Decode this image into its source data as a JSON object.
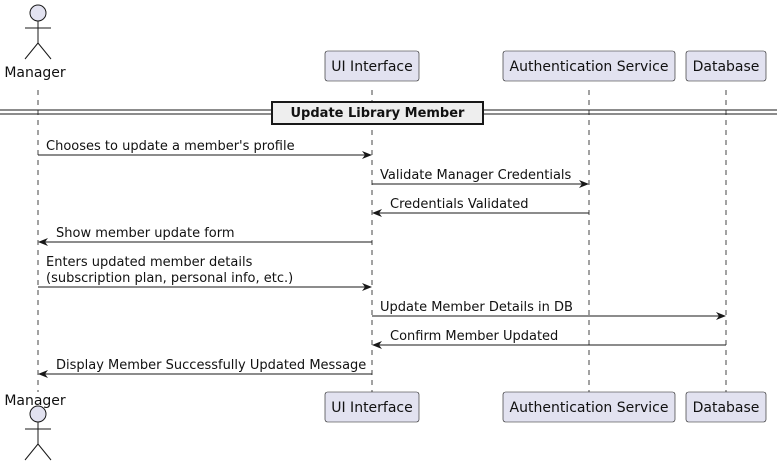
{
  "diagram": {
    "group_title": "Update Library Member",
    "participants": [
      {
        "label": "Manager",
        "kind": "actor"
      },
      {
        "label": "UI Interface",
        "kind": "box"
      },
      {
        "label": "Authentication Service",
        "kind": "box"
      },
      {
        "label": "Database",
        "kind": "box"
      }
    ],
    "messages": [
      {
        "from": "Manager",
        "to": "UI Interface",
        "lines": [
          "Chooses to update a member's profile"
        ]
      },
      {
        "from": "UI Interface",
        "to": "Authentication Service",
        "lines": [
          "Validate Manager Credentials"
        ]
      },
      {
        "from": "Authentication Service",
        "to": "UI Interface",
        "lines": [
          "Credentials Validated"
        ]
      },
      {
        "from": "UI Interface",
        "to": "Manager",
        "lines": [
          "Show member update form"
        ]
      },
      {
        "from": "Manager",
        "to": "UI Interface",
        "lines": [
          "Enters updated member details",
          "(subscription plan, personal info, etc.)"
        ]
      },
      {
        "from": "UI Interface",
        "to": "Database",
        "lines": [
          "Update Member Details in DB"
        ]
      },
      {
        "from": "Database",
        "to": "UI Interface",
        "lines": [
          "Confirm Member Updated"
        ]
      },
      {
        "from": "UI Interface",
        "to": "Manager",
        "lines": [
          "Display Member Successfully Updated Message"
        ]
      }
    ],
    "colors": {
      "box_fill": "#E2E2F0",
      "box_stroke": "#181818",
      "line": "#181818",
      "lifeline": "#181818",
      "text": "#111111",
      "group_fill": "#EEEEEE"
    }
  }
}
